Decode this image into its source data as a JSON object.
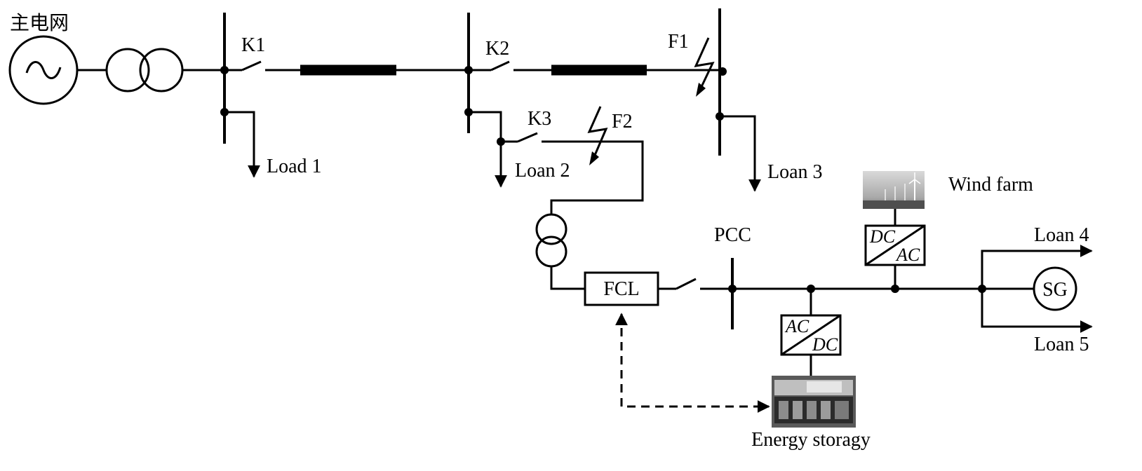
{
  "source": {
    "label": "主电网"
  },
  "switches": {
    "k1": "K1",
    "k2": "K2",
    "k3": "K3"
  },
  "faults": {
    "f1": "F1",
    "f2": "F2"
  },
  "loads": {
    "load1": "Load 1",
    "load2": "Loan 2",
    "load3": "Loan 3",
    "load4": "Loan 4",
    "load5": "Loan 5"
  },
  "pcc": {
    "label": "PCC"
  },
  "fcl": {
    "label": "FCL"
  },
  "wind": {
    "label": "Wind farm",
    "conv_top": "DC",
    "conv_bottom": "AC"
  },
  "storage": {
    "label": "Energy storagy",
    "conv_top": "AC",
    "conv_bottom": "DC"
  },
  "generator": {
    "label": "SG"
  }
}
